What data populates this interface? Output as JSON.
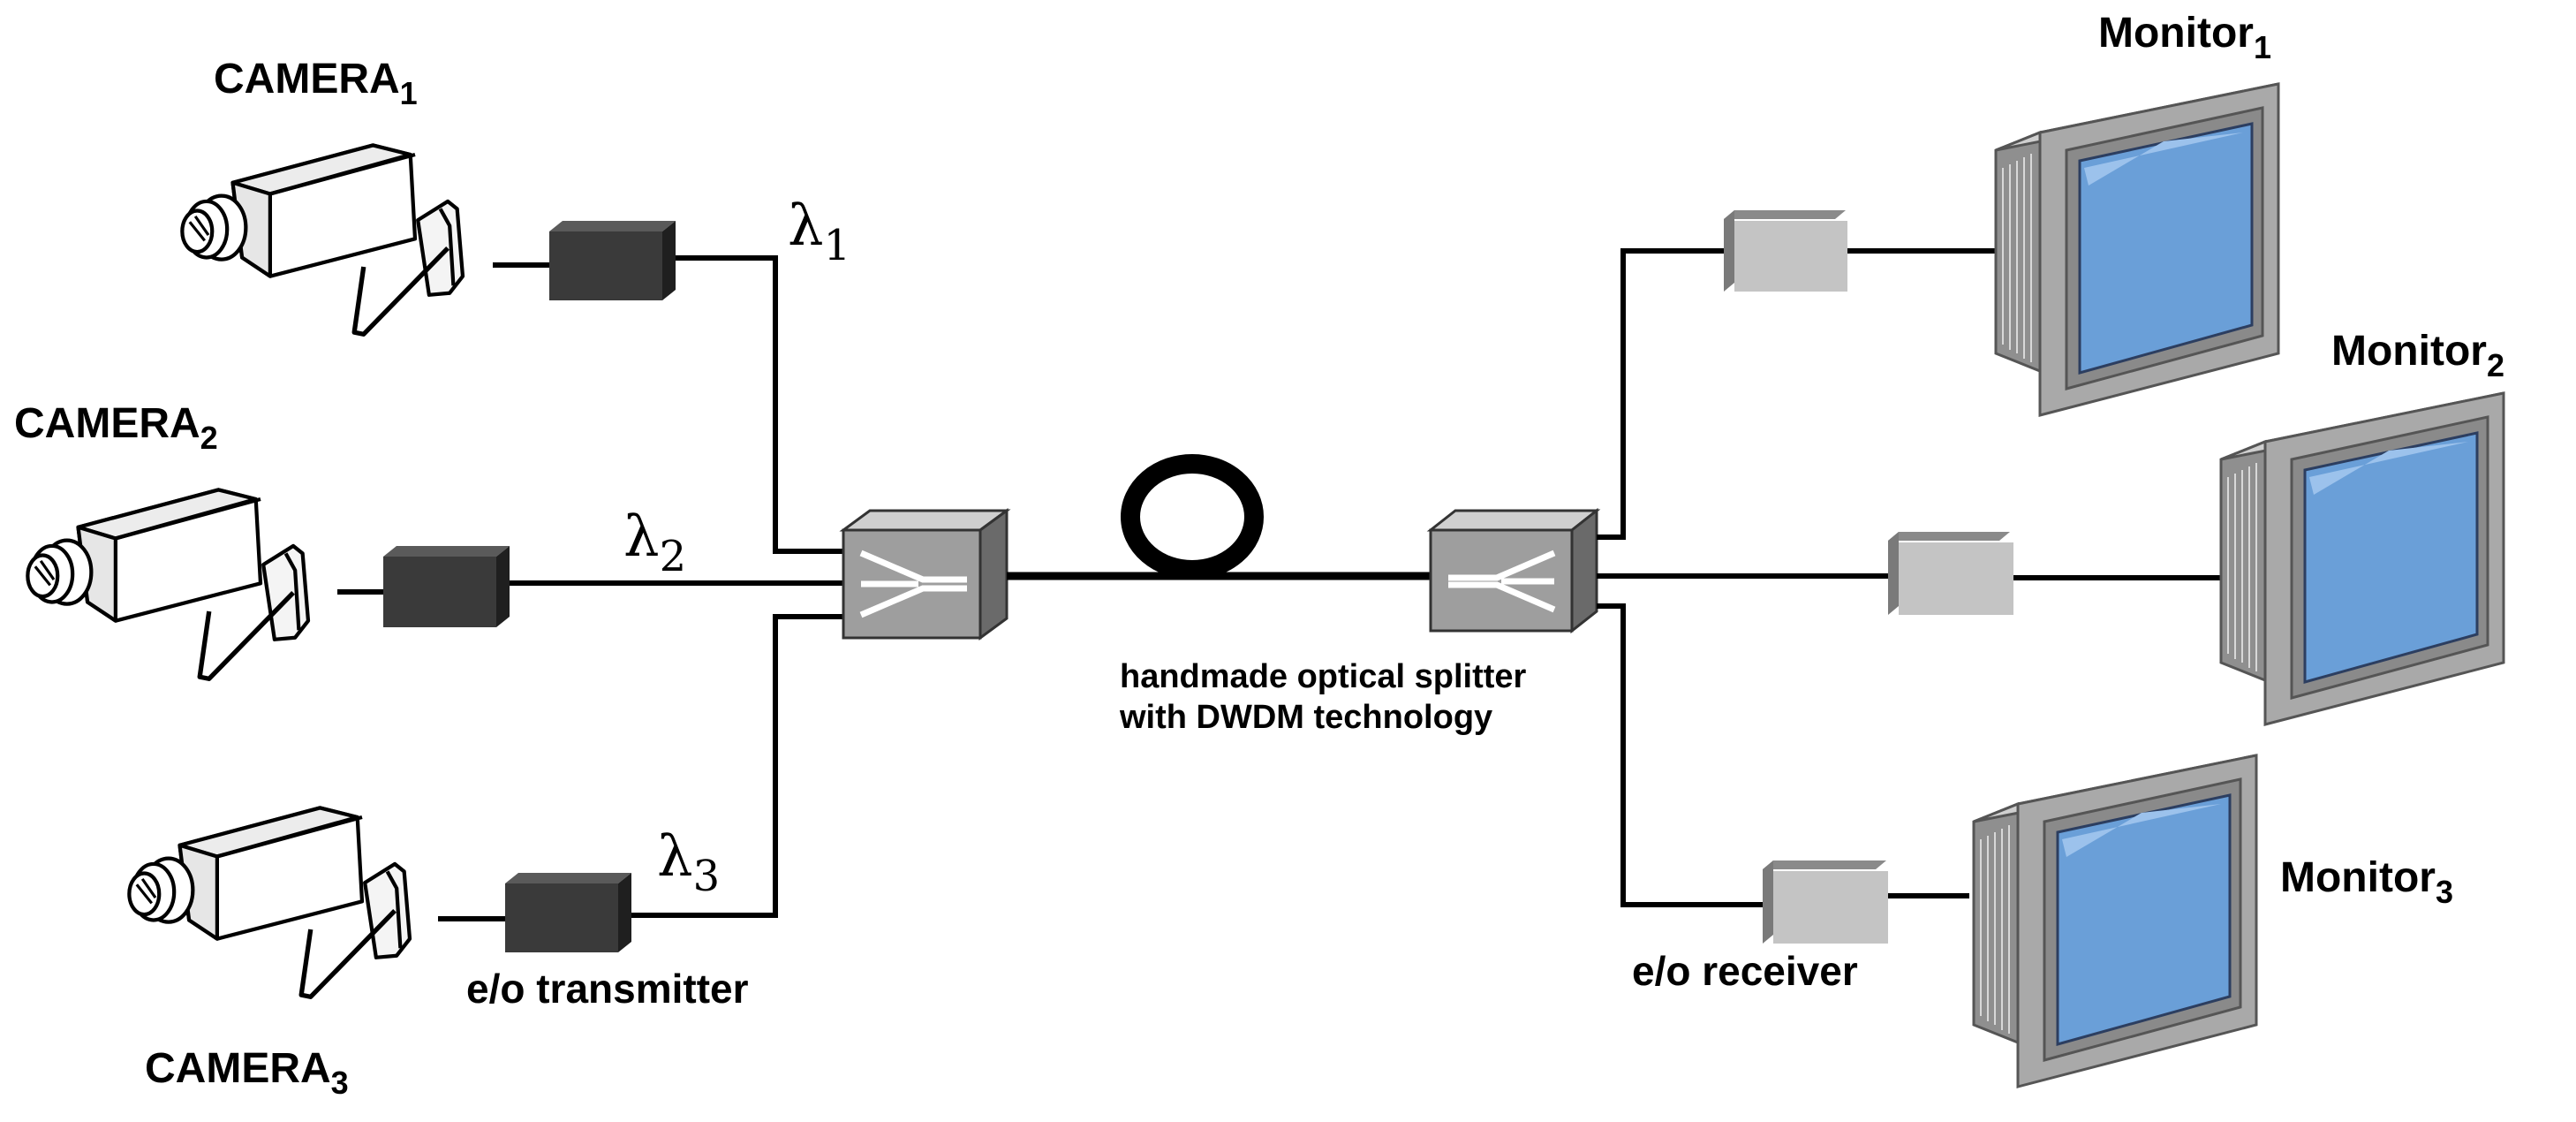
{
  "cameras": [
    {
      "name": "CAMERA",
      "index": "1"
    },
    {
      "name": "CAMERA",
      "index": "2"
    },
    {
      "name": "CAMERA",
      "index": "3"
    }
  ],
  "monitors": [
    {
      "name": "Monitor",
      "index": "1"
    },
    {
      "name": "Monitor",
      "index": "2"
    },
    {
      "name": "Monitor",
      "index": "3"
    }
  ],
  "wavelengths": [
    {
      "symbol": "λ",
      "index": "1"
    },
    {
      "symbol": "λ",
      "index": "2"
    },
    {
      "symbol": "λ",
      "index": "3"
    }
  ],
  "transmitter_label": "e/o transmitter",
  "receiver_label": "e/o receiver",
  "splitter_label": {
    "line1": "handmade optical splitter",
    "line2": "with DWDM technology"
  },
  "colors": {
    "line": "#000000",
    "transmitter": "#3a3a3a",
    "receiver": "#c4c4c4",
    "splitter": "#9e9e9e",
    "monitor_body": "#a9a9a9",
    "monitor_screen": "#6a9fd8"
  }
}
